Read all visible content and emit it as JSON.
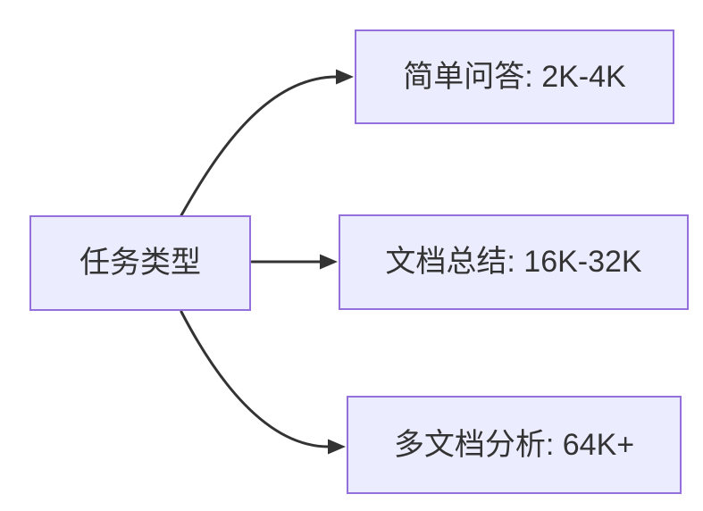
{
  "diagram": {
    "type": "flowchart-left-to-right",
    "root": {
      "id": "task-type",
      "label": "任务类型"
    },
    "children": [
      {
        "id": "simple-qa",
        "label": "简单问答: 2K-4K"
      },
      {
        "id": "doc-summary",
        "label": "文档总结: 16K-32K"
      },
      {
        "id": "multi-doc-analysis",
        "label": "多文档分析: 64K+"
      }
    ],
    "edges": [
      {
        "from": "task-type",
        "to": "simple-qa"
      },
      {
        "from": "task-type",
        "to": "doc-summary"
      },
      {
        "from": "task-type",
        "to": "multi-doc-analysis"
      }
    ]
  },
  "colors": {
    "background": "#FFFFFF",
    "node_fill": "#ECECFF",
    "node_border": "#9370DB",
    "edge_stroke": "#333333",
    "node_text": "#333333"
  }
}
